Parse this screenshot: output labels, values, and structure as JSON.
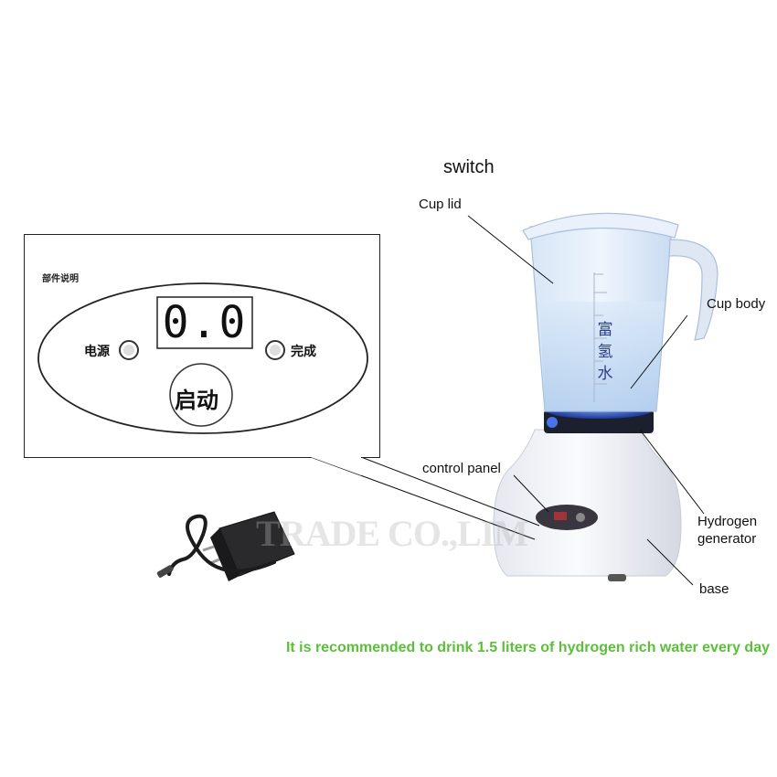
{
  "labels": {
    "switch": "switch",
    "cup_lid": "Cup lid",
    "cup_body": "Cup body",
    "control_panel": "control panel",
    "hydrogen_generator": "Hydrogen\ngenerator",
    "base": "base"
  },
  "panel": {
    "caption": "部件说明",
    "display_value": "0.0",
    "power_label": "电源",
    "done_label": "完成",
    "start_label": "启动"
  },
  "cup_text": [
    "富",
    "氢",
    "水"
  ],
  "watermark": "TRADE CO.,LIM",
  "recommendation": "It is recommended to drink 1.5 liters of hydrogen rich water every day",
  "colors": {
    "recommendation": "#5cbf3a",
    "cup_water": "#bcd8f2",
    "base_white": "#f3f4f8",
    "generator_glow": "#3b74ff"
  }
}
